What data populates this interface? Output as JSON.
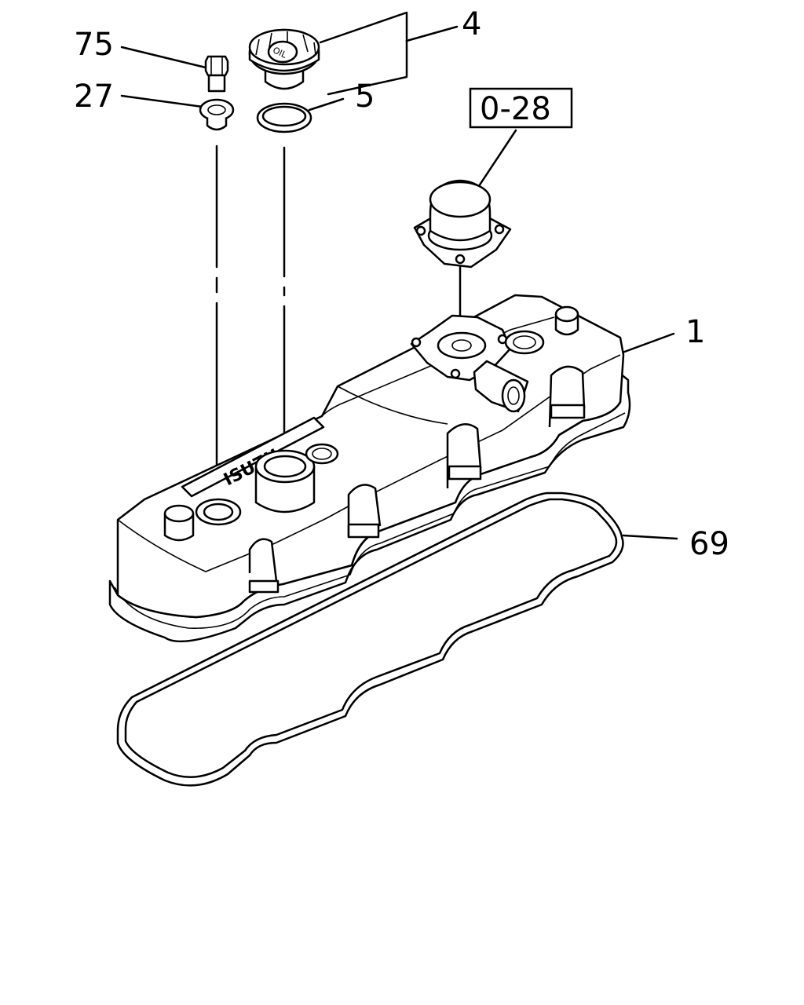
{
  "callouts": {
    "part_75": "75",
    "part_27": "27",
    "part_4": "4",
    "part_5": "5",
    "part_1": "1",
    "part_69": "69",
    "ref_box": "0-28"
  },
  "cap_marking": "OIL",
  "cover_logo": "ISUZU"
}
